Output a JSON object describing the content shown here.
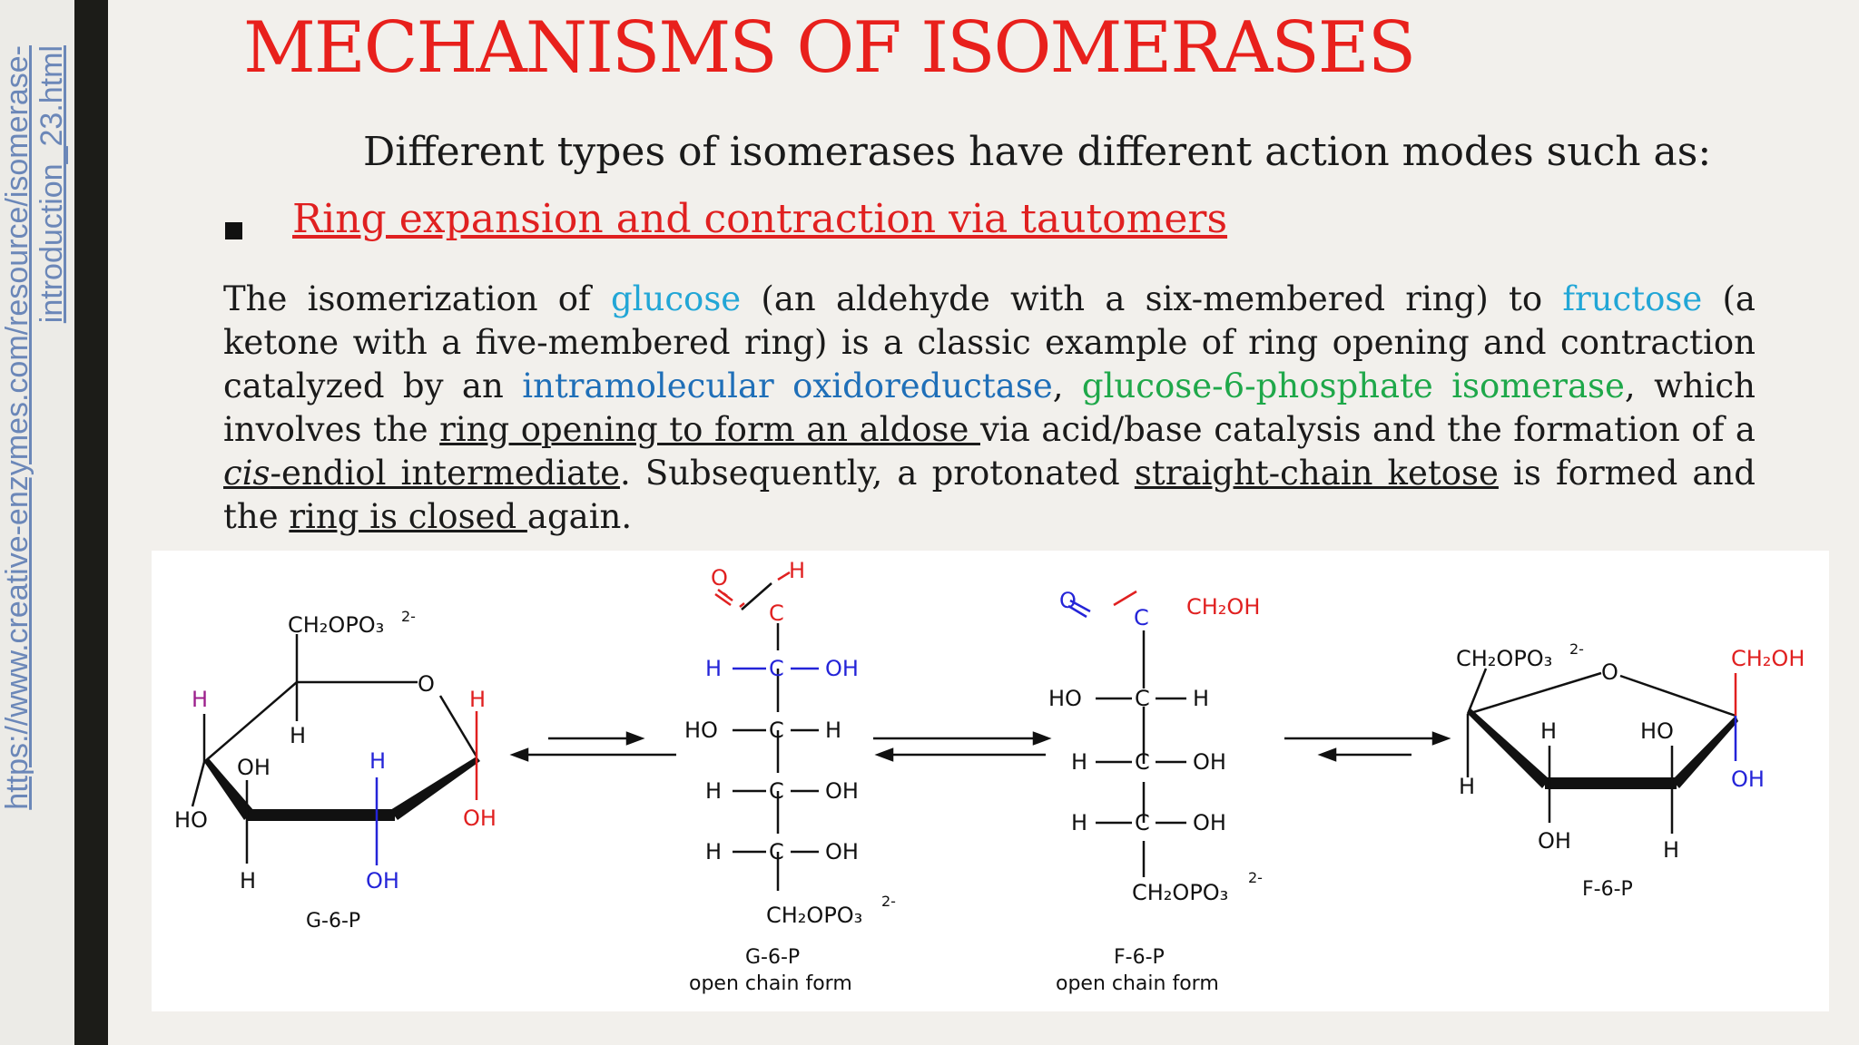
{
  "source_url": {
    "line1": "https://www.creative-enzymes.com/resource/isomerase-",
    "line2": "introduction_23.html"
  },
  "title": "MECHANISMS OF ISOMERASES",
  "subtitle": "Different types of isomerases have different action modes such as:",
  "bullet": "Ring expansion and contraction via tautomers",
  "paragraph": {
    "p1": "The isomerization of ",
    "glucose": "glucose",
    "p2": " (an aldehyde with a six-membered ring) to ",
    "fructose": "fructose",
    "p3": " (a ketone with a five-membered ring) is a classic example of ring opening and contraction catalyzed by an ",
    "enzyme_class": "intramolecular oxidoreductase",
    "p4": ", ",
    "enzyme": "glucose-6-phosphate isomerase",
    "p5": ", which involves the ",
    "u1": "ring opening to form an aldose ",
    "p6": "via acid/base catalysis and the formation of a ",
    "cis": "cis",
    "u2": "-endiol intermediate",
    "p7": ". Subsequently, a protonated ",
    "u3": "straight-chain ketose",
    "p8": " is formed and the ",
    "u4": "ring is closed ",
    "p9": "again."
  },
  "figure": {
    "g6p_ring_label": "G-6-P",
    "g6p_open_label": "G-6-P",
    "g6p_open_sub": "open chain form",
    "f6p_open_label": "F-6-P",
    "f6p_open_sub": "open chain form",
    "f6p_ring_label": "F-6-P",
    "atoms": {
      "ch2opo3": "CH₂OPO₃",
      "charge": "2-",
      "ch2oh": "CH₂OH",
      "o": "O",
      "c": "C",
      "h": "H",
      "oh": "OH",
      "ho": "HO"
    }
  },
  "colors": {
    "title": "#e8201c",
    "red_atom": "#e02020",
    "blue_atom": "#2424d8",
    "purple_atom": "#9c1f8c",
    "link": "#6b87b8"
  }
}
